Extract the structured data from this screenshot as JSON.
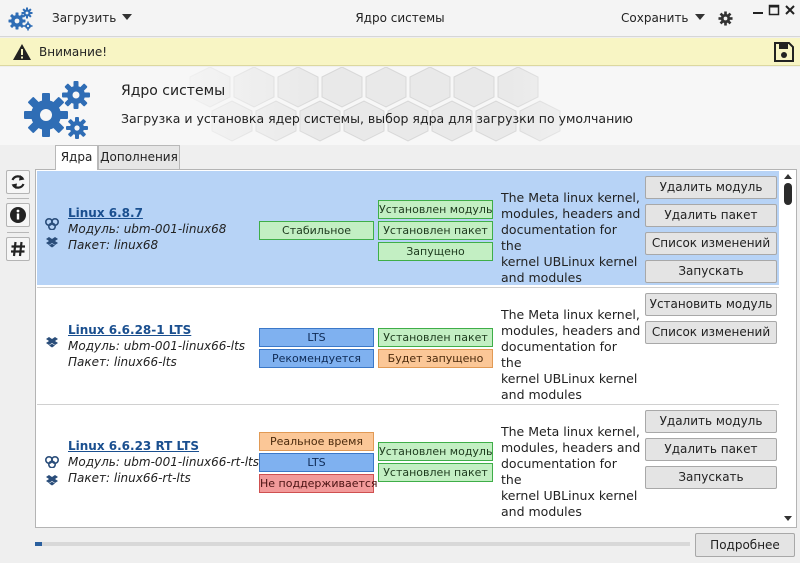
{
  "titlebar": {
    "load_menu": "Загрузить",
    "title": "Ядро системы",
    "save_menu": "Сохранить"
  },
  "warning": {
    "text": "Внимание!"
  },
  "header": {
    "title": "Ядро системы",
    "subtitle": "Загрузка и установка ядер системы, выбор ядра для загрузки по умолчанию"
  },
  "tabs": [
    {
      "label": "Ядра",
      "active": true
    },
    {
      "label": "Дополнения",
      "active": false
    }
  ],
  "kernels": [
    {
      "name": "Linux 6.8.7",
      "module": "Модуль: ubm-001-linux68",
      "package": "Пакет: linux68",
      "tags_left": [
        "Стабильное"
      ],
      "tags_right": [
        "Установлен модуль",
        "Установлен пакет",
        "Запущено"
      ],
      "description": [
        "The Meta linux kernel,",
        "modules, headers and",
        "documentation for the",
        "kernel UBLinux kernel",
        "and modules"
      ],
      "actions": [
        "Удалить модуль",
        "Удалить пакет",
        "Список изменений",
        "Запускать"
      ]
    },
    {
      "name": "Linux 6.6.28-1 LTS",
      "module": "Модуль: ubm-001-linux66-lts",
      "package": "Пакет: linux66-lts",
      "tags_left": [
        "LTS",
        "Рекомендуется"
      ],
      "tags_right": [
        "Установлен пакет",
        "Будет запущено"
      ],
      "description": [
        "The Meta linux kernel,",
        "modules, headers and",
        "documentation for the",
        "kernel UBLinux kernel",
        "and modules"
      ],
      "actions": [
        "Установить модуль",
        "Список изменений"
      ]
    },
    {
      "name": "Linux 6.6.23 RT LTS",
      "module": "Модуль: ubm-001-linux66-rt-lts",
      "package": "Пакет: linux66-rt-lts",
      "tags_left": [
        "Реальное время",
        "LTS",
        "Не поддерживается"
      ],
      "tags_right": [
        "Установлен модуль",
        "Установлен пакет"
      ],
      "description": [
        "The Meta linux kernel,",
        "modules, headers and",
        "documentation for the",
        "kernel UBLinux kernel",
        "and modules"
      ],
      "actions": [
        "Удалить модуль",
        "Удалить пакет",
        "Запускать"
      ]
    }
  ],
  "footer": {
    "details_button": "Подробнее",
    "progress": 0.01
  },
  "colors": {
    "selected_row": "#b7d3f6",
    "tag_green": "#c3efc3",
    "tag_blue": "#7fb1f0",
    "tag_orange": "#fbc797",
    "tag_red": "#f29a9a",
    "warning_bg": "#f8f5c4",
    "gear_blue": "#2f6db5"
  },
  "icons": {
    "app": "gears-icon",
    "settings": "gear-icon",
    "warning": "warning-triangle-icon",
    "save": "floppy-save-icon",
    "refresh": "refresh-icon",
    "info": "info-icon",
    "hash": "hash-icon",
    "module": "module-icon",
    "package": "package-icon"
  }
}
